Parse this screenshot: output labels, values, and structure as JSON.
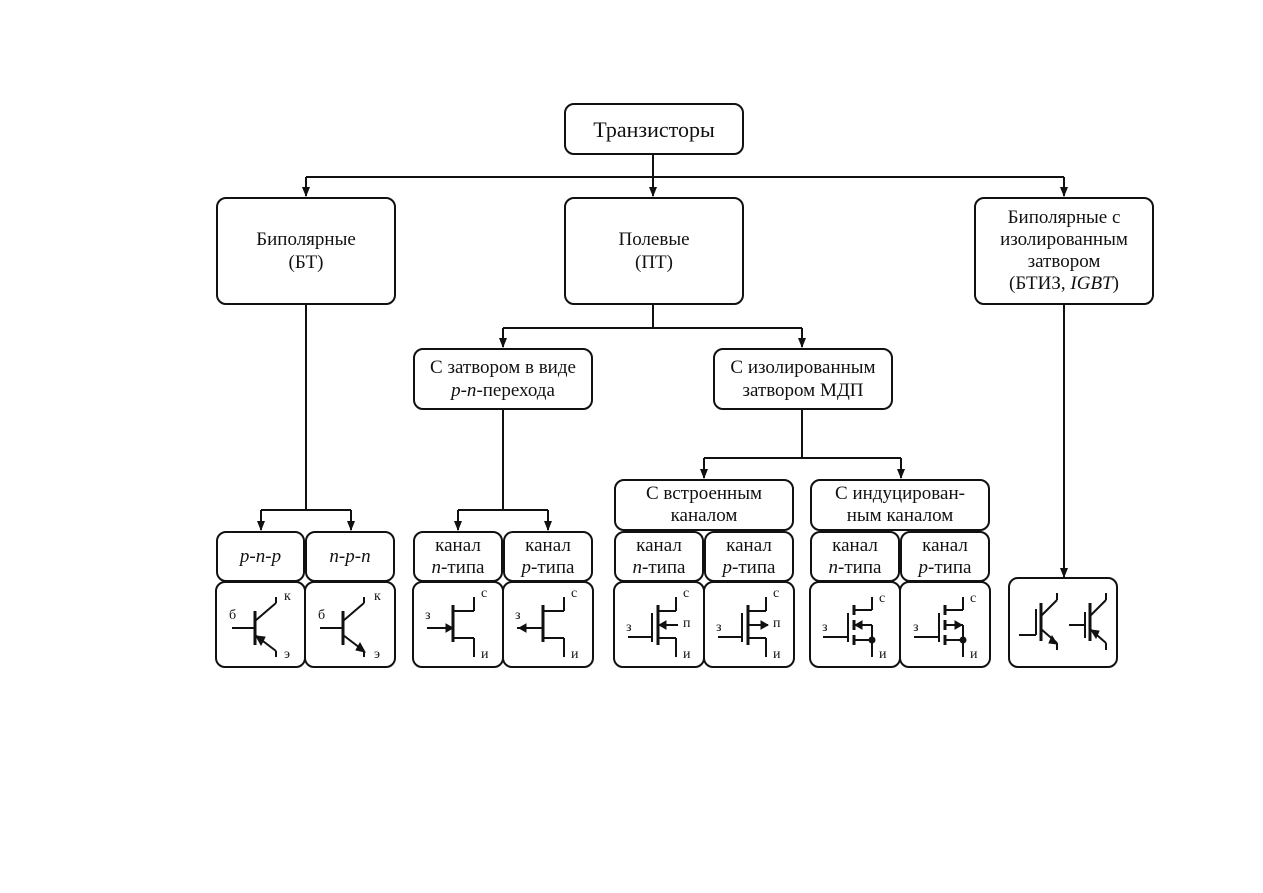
{
  "root": {
    "label": "Транзисторы"
  },
  "bipolar": {
    "line1": "Биполярные",
    "line2": "(БТ)"
  },
  "field": {
    "line1": "Полевые",
    "line2": "(ПТ)"
  },
  "igbt": {
    "line1": "Биполярные с",
    "line2": "изолированным",
    "line3": "затвором",
    "line4_prefix": "(БТИЗ, ",
    "line4_italic": "IGBT",
    "line4_suffix": ")"
  },
  "jfet": {
    "line1": "С затвором в виде",
    "line2_italic": "p-n",
    "line2_suffix": "-переходa"
  },
  "mosfet": {
    "line1": "С изолированным",
    "line2": "затвором МДП"
  },
  "built_in": {
    "line1": "С встроенным",
    "line2": "каналом"
  },
  "induced": {
    "line1": "С индуцирован-",
    "line2": "ным каналом"
  },
  "types": {
    "pnp": "p-n-p",
    "npn": "n-p-n",
    "channel_word": "канал",
    "n_italic": "n",
    "p_italic": "p",
    "type_suffix": "-типа"
  },
  "pins": {
    "base": "б",
    "collector": "к",
    "emitter": "э",
    "gate": "з",
    "drain": "с",
    "source": "и",
    "substrate": "п"
  }
}
